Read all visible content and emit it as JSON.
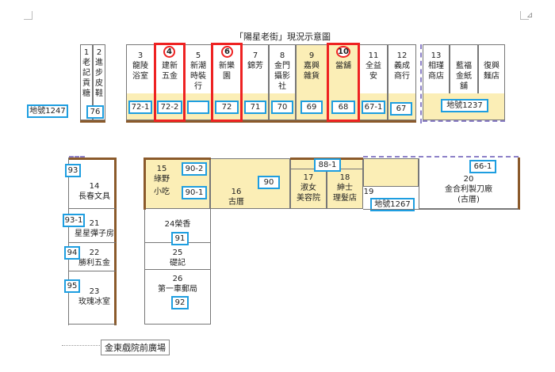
{
  "title": "「陽星老街」現況示意圖",
  "top_row": [
    {
      "no": "1",
      "name": "老\n記\n貢\n糖"
    },
    {
      "no": "2",
      "name": "進\n步\n皮\n鞋"
    },
    {
      "no": "3",
      "name": "龍陵\n浴室"
    },
    {
      "no": "4",
      "name": "建新\n五金"
    },
    {
      "no": "5",
      "name": "新潮\n時裝\n行"
    },
    {
      "no": "6",
      "name": "新樂\n園"
    },
    {
      "no": "7",
      "name": "錦芳"
    },
    {
      "no": "8",
      "name": "金門\n攝影\n社"
    },
    {
      "no": "9",
      "name": "嘉興\n雜貨"
    },
    {
      "no": "10",
      "name": "當舖"
    },
    {
      "no": "11",
      "name": "全益\n安"
    },
    {
      "no": "12",
      "name": "義成\n商行"
    },
    {
      "no": "13",
      "name": "相瑾\n商店"
    },
    {
      "no": "",
      "name": "藍福\n金紙\n舖"
    },
    {
      "no": "",
      "name": "復興\n麵店"
    }
  ],
  "top_numbers": [
    "76",
    "72-1",
    "72-2",
    "",
    "72",
    "71",
    "70",
    "69",
    "68",
    "67-1",
    "67"
  ],
  "land_1247": "地號1247",
  "land_1237": "地號1237",
  "land_1267": "地號1267",
  "bottom": {
    "s14": "14\n長春文具",
    "s15": "15\n綠野",
    "s15b": "小吃",
    "s16": "16\n古厝",
    "s17": "17\n淑女\n美容院",
    "s18": "18\n紳士\n理髮店",
    "s19": "19",
    "s20": "20\n金合利製刀廠\n(古厝)",
    "s21": "21\n星星彈子房",
    "s22": "22\n勝利五金",
    "s23": "23\n玫瑰冰室",
    "s24": "24榮香",
    "s25": "25\n礎記",
    "s26": "26\n第一車郵局"
  },
  "bottom_numbers": {
    "n93": "93",
    "n90_2": "90-2",
    "n90_1": "90-1",
    "n90": "90",
    "n88_1": "88-1",
    "n66_1": "66-1",
    "n93_1": "93-1",
    "n94": "94",
    "n95": "95",
    "n91": "91",
    "n92": "92"
  },
  "plaza": "金東戲院前廣場",
  "colors": {
    "highlight": "#e22222",
    "number_border": "#1e9ee0",
    "yellow": "#fbeeb6",
    "wall": "#8b5a2b"
  }
}
